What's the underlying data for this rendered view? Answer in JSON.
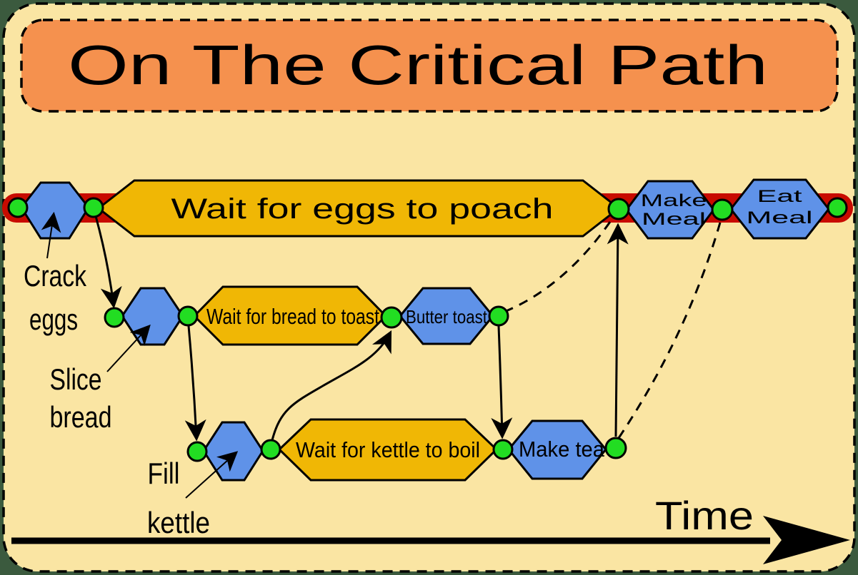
{
  "title": "On The Critical Path",
  "tasks": {
    "wait_eggs": "Wait for eggs to poach",
    "make_meal": {
      "line1": "Make",
      "line2": "Meal"
    },
    "eat_meal": {
      "line1": "Eat",
      "line2": "Meal"
    },
    "wait_bread": "Wait for bread to toast",
    "butter_toast": "Butter toast",
    "wait_kettle": "Wait for kettle to boil",
    "make_tea": "Make tea"
  },
  "labels": {
    "crack_eggs": {
      "line1": "Crack",
      "line2": "eggs"
    },
    "slice_bread": {
      "line1": "Slice",
      "line2": "bread"
    },
    "fill_kettle": {
      "line1": "Fill",
      "line2": "kettle"
    },
    "time_axis": "Time"
  },
  "colors": {
    "outer_bg": "#3B5A3E",
    "page_bg": "#FAE5A3",
    "banner": "#F5914E",
    "critical_bar": "#C80B00",
    "wait_fill": "#F0B705",
    "action_fill": "#5F92E8",
    "node_fill": "#22DD22",
    "ink": "#000000"
  }
}
